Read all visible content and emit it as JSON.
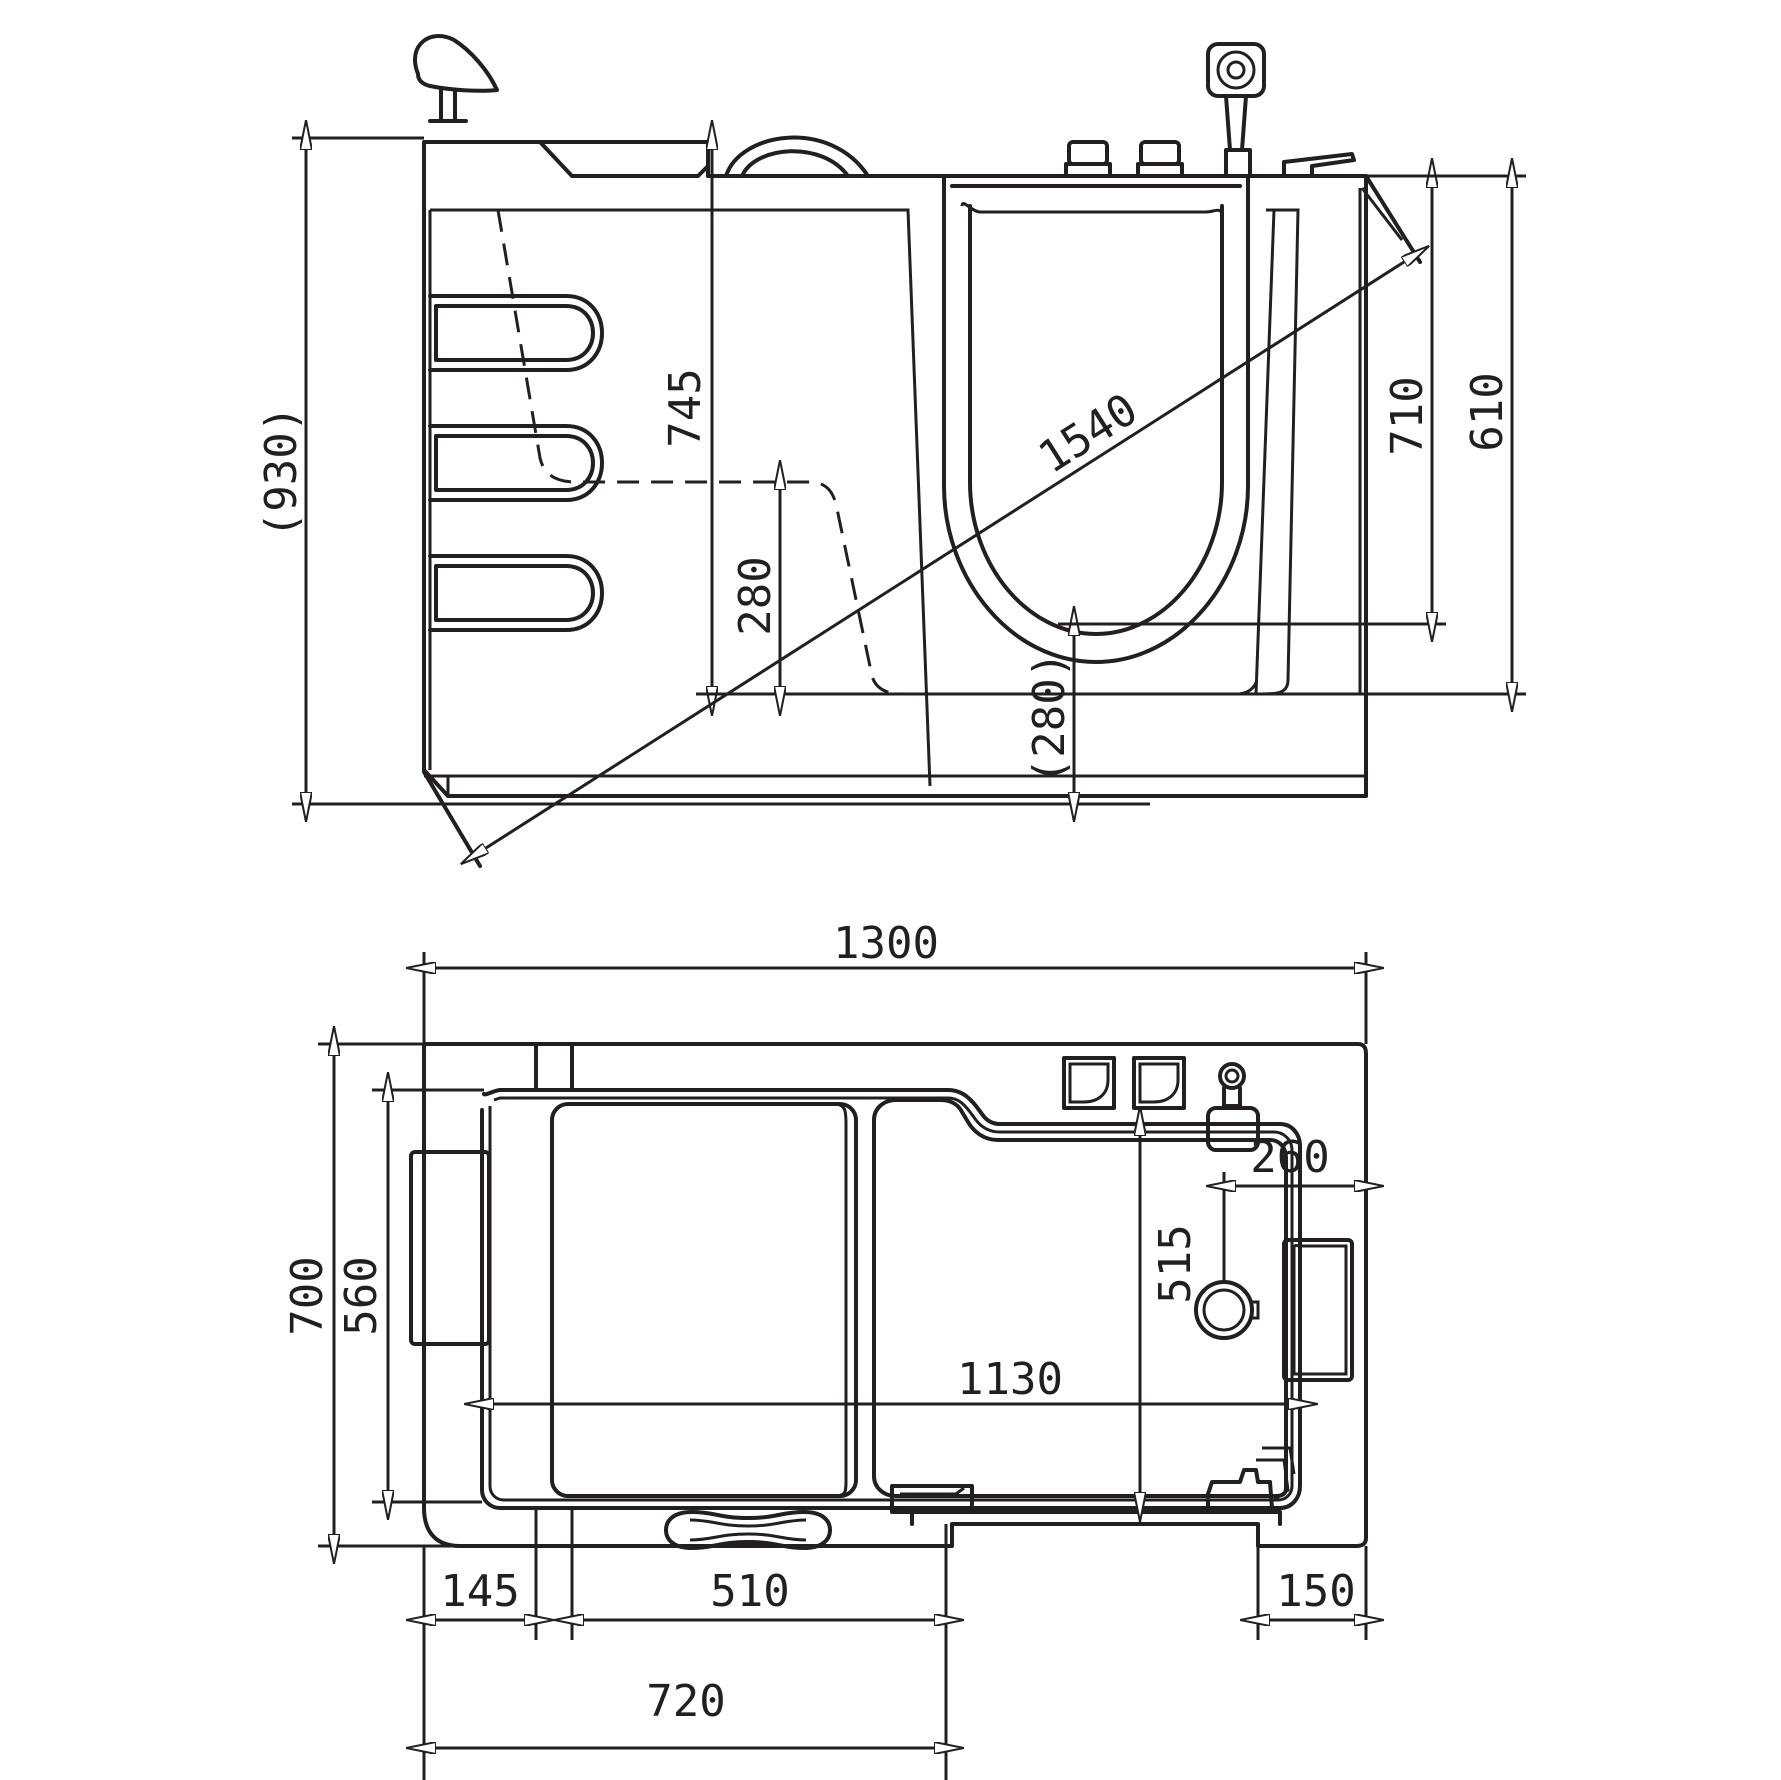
{
  "side_view": {
    "dim_total_height": "(930)",
    "dim_seat_height": "745",
    "dim_seat_to_floor": "280",
    "dim_step_height": "(280)",
    "dim_diagonal": "1540",
    "dim_door_height": "710",
    "dim_rim_height": "610"
  },
  "top_view": {
    "dim_length": "1300",
    "dim_width": "700",
    "dim_inner_width": "560",
    "dim_inner_depth": "515",
    "dim_inner_length": "1130",
    "dim_drain_offset": "260",
    "dim_left_margin": "145",
    "dim_door_width": "510",
    "dim_right_margin": "150",
    "dim_door_position": "720"
  }
}
